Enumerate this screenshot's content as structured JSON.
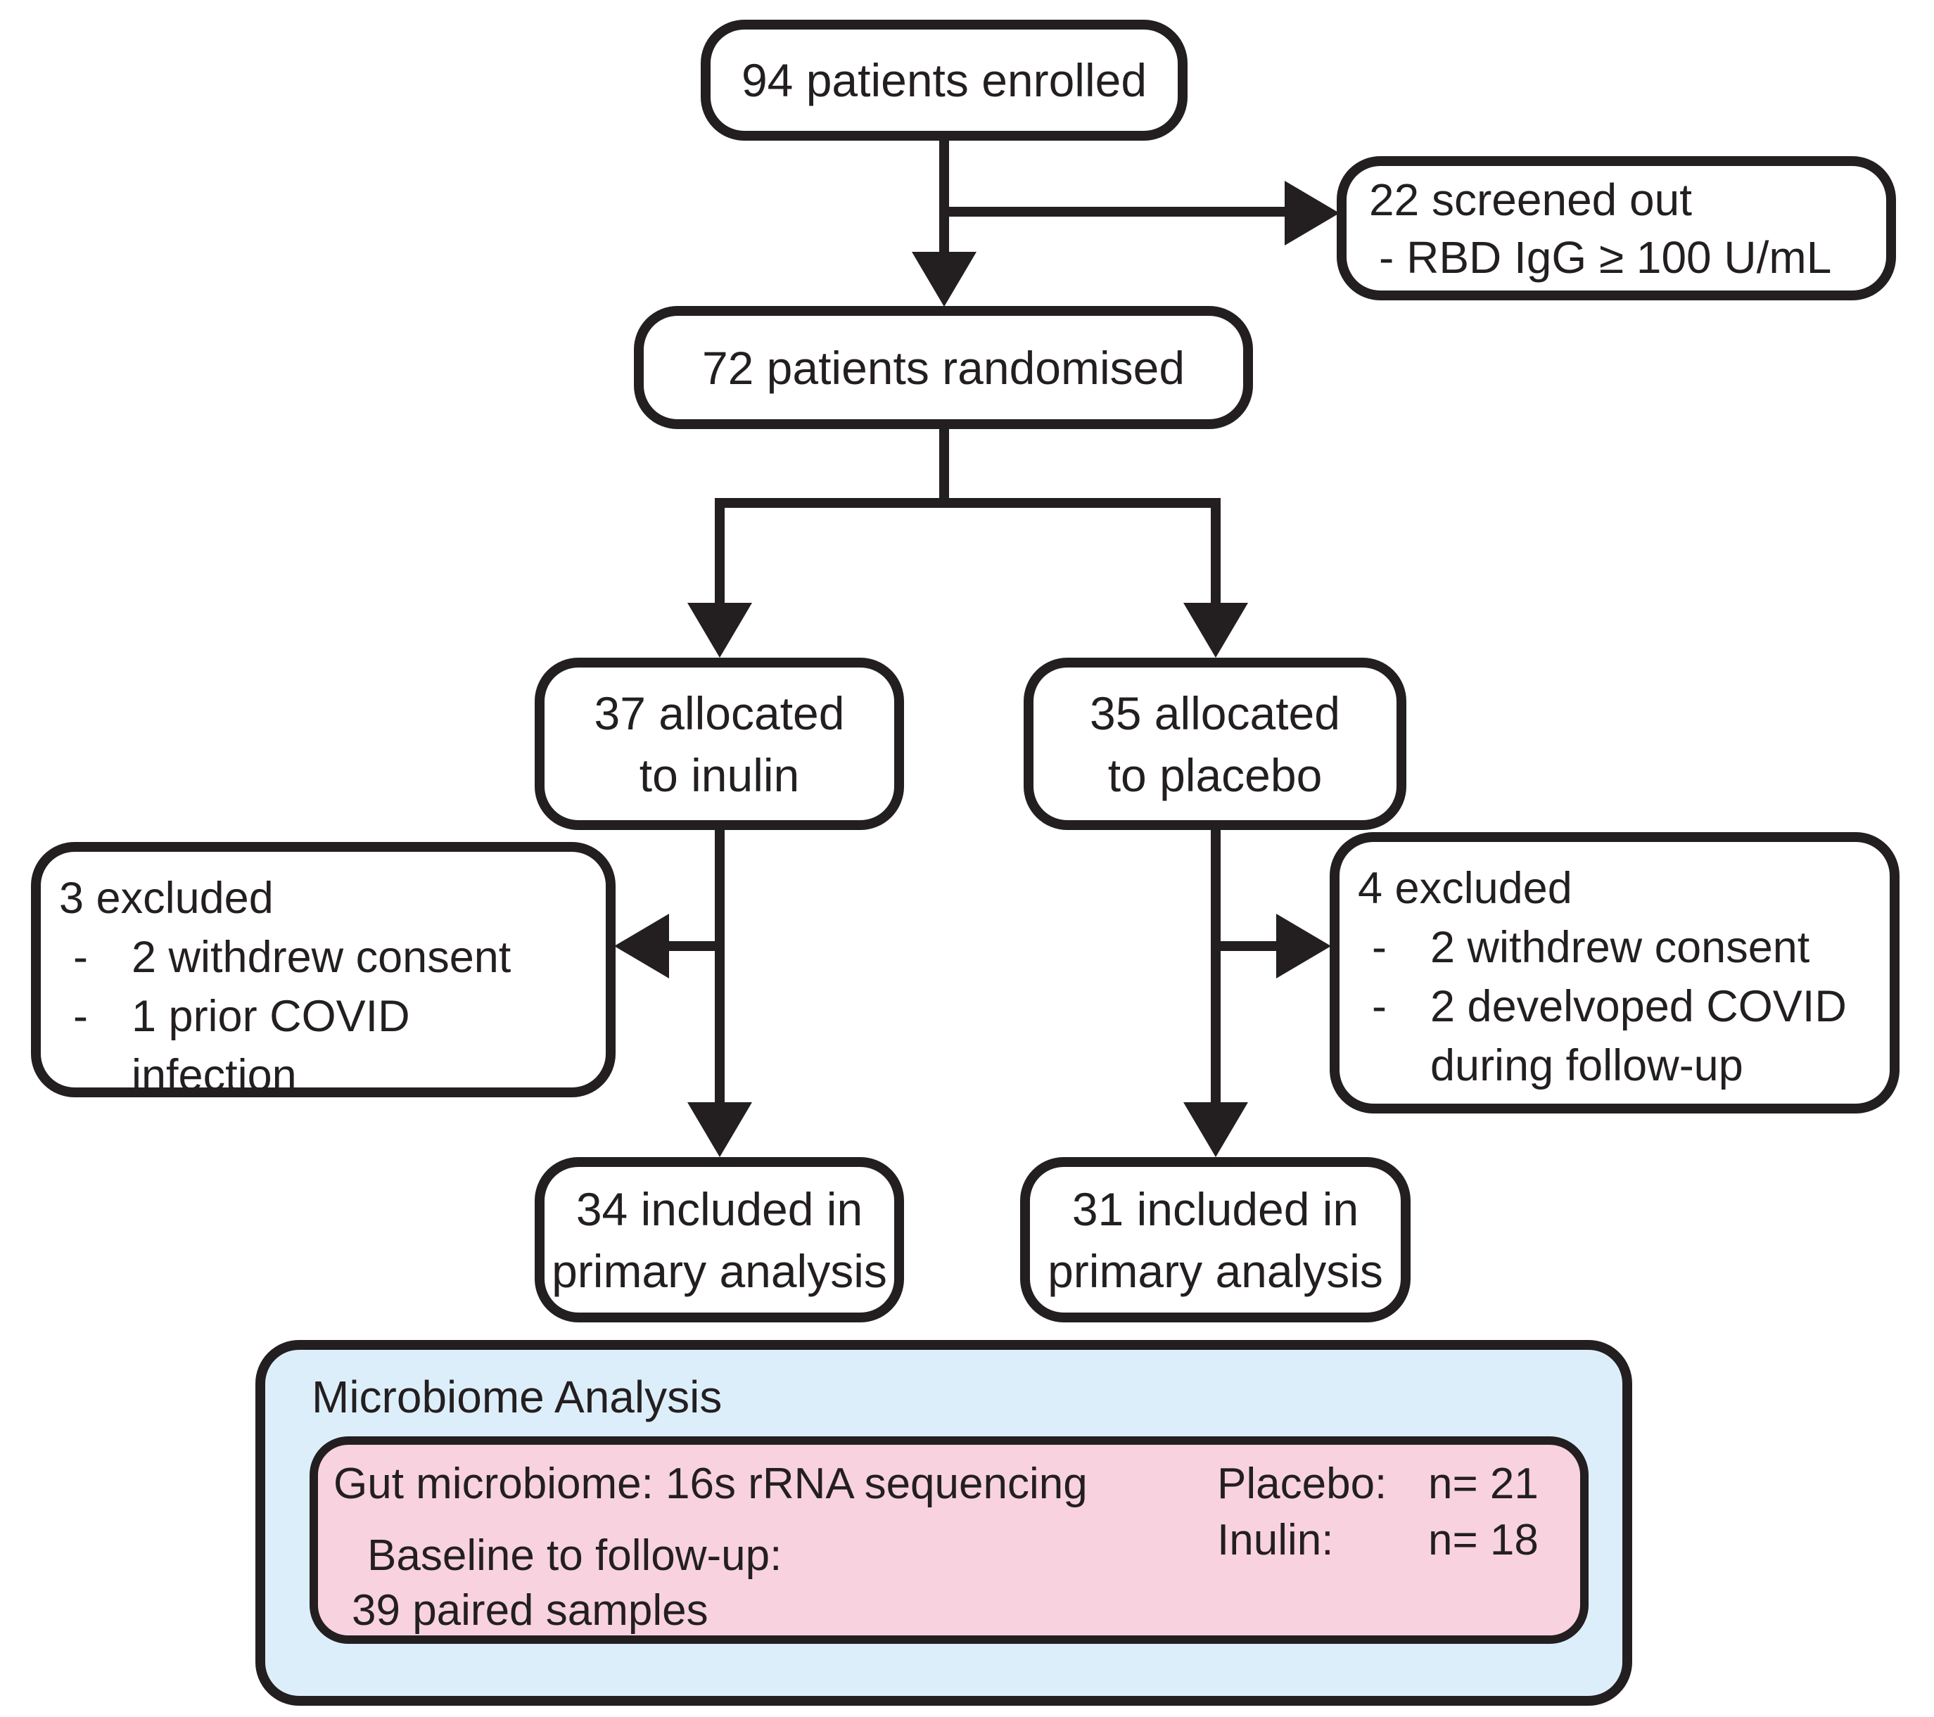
{
  "colors": {
    "ink": "#231f20",
    "blue_fill": "#ddeefb",
    "pink_fill": "#f8d2df",
    "background": "#ffffff"
  },
  "nodes": {
    "enrolled": {
      "text": "94 patients enrolled"
    },
    "screened_out": {
      "line1": "22 screened out",
      "line2": "- RBD IgG ≥ 100 U/mL"
    },
    "randomised": {
      "text": "72 patients randomised"
    },
    "allocated_inulin": {
      "line1": "37 allocated",
      "line2": "to inulin"
    },
    "allocated_placebo": {
      "line1": "35 allocated",
      "line2": "to placebo"
    },
    "excluded_inulin": {
      "title": "3 excluded",
      "rows": [
        {
          "marker": "-",
          "text": "2 withdrew consent"
        },
        {
          "marker": "-",
          "text": "1 prior COVID"
        },
        {
          "marker": "",
          "text": "infection"
        }
      ]
    },
    "excluded_placebo": {
      "title": "4 excluded",
      "rows": [
        {
          "marker": "-",
          "text": "2 withdrew consent"
        },
        {
          "marker": "-",
          "text": "2 develvoped COVID"
        },
        {
          "marker": "",
          "text": "during follow-up"
        }
      ]
    },
    "analysis_inulin": {
      "line1": "34 included in",
      "line2": "primary analysis"
    },
    "analysis_placebo": {
      "line1": "31 included in",
      "line2": "primary analysis"
    }
  },
  "microbiome": {
    "title": "Microbiome Analysis",
    "method": "Gut microbiome: 16s rRNA sequencing",
    "baseline_line1": "Baseline to follow-up:",
    "baseline_line2": "39 paired samples",
    "counts": [
      {
        "label": "Placebo:",
        "value": "n= 21"
      },
      {
        "label": "Inulin:",
        "value": "n= 18"
      }
    ]
  }
}
